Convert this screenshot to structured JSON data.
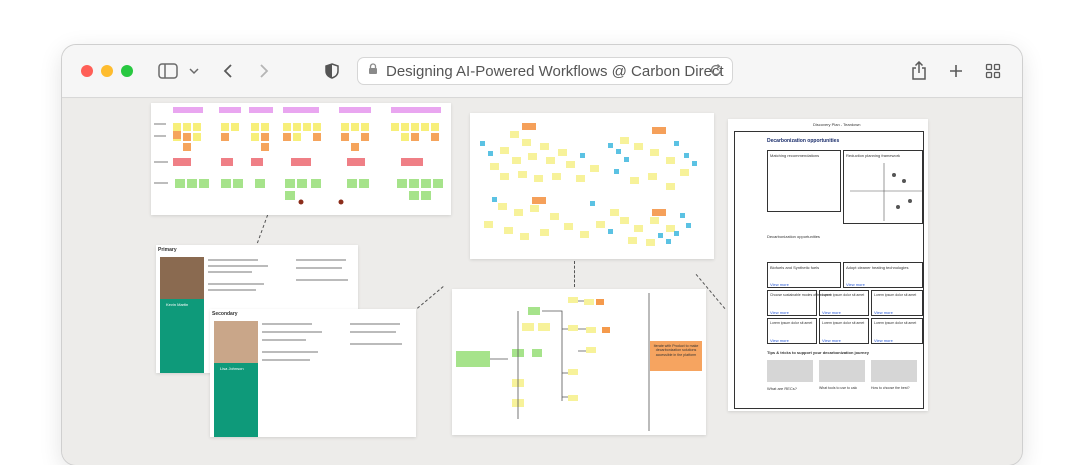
{
  "window": {
    "address_title": "Designing AI-Powered Workflows @ Carbon Direct",
    "traffic_lights": {
      "close": "#ff5f57",
      "minimize": "#febc2e",
      "zoom": "#28c840"
    },
    "icons": [
      "sidebar-icon",
      "chevron-down-icon",
      "back-icon",
      "forward-icon",
      "shield-icon",
      "lock-icon",
      "reload-icon",
      "share-icon",
      "plus-icon",
      "tabs-grid-icon"
    ]
  },
  "boards": {
    "journey_map": {
      "caption": ""
    },
    "personas": {
      "primary_heading": "Primary",
      "secondary_heading": "Secondary",
      "primary_name": "Kevin Martin",
      "secondary_name": "Lisa Johnson"
    },
    "flow": {
      "callout_orange": "Iterate with Product to make decarbonization solutions accessible in the platform",
      "callout_green": ""
    },
    "wireframe": {
      "frame_title": "Discovery Plan - Teardown",
      "page_heading": "Decarbonization opportunities",
      "panel_left": "Matching recommendations",
      "panel_right": "Reduction planning framework",
      "section_opps": "Decarbonization opportunities",
      "cards": [
        "Biofuels and Synthetic fuels",
        "Adopt cleaner heating technologies",
        "Choose sustainable modes of transport",
        "Lorem ipsum dolor sit amet",
        "Lorem ipsum dolor sit amet",
        "Lorem ipsum dolor sit amet",
        "Lorem ipsum dolor sit amet",
        "Lorem ipsum dolor sit amet"
      ],
      "card_link": "View more",
      "tips_heading": "Tips & tricks to support your decarbonization journey",
      "tips": [
        "What are RECs?",
        "What tools to use to calc",
        "How to choose the best?"
      ]
    }
  }
}
